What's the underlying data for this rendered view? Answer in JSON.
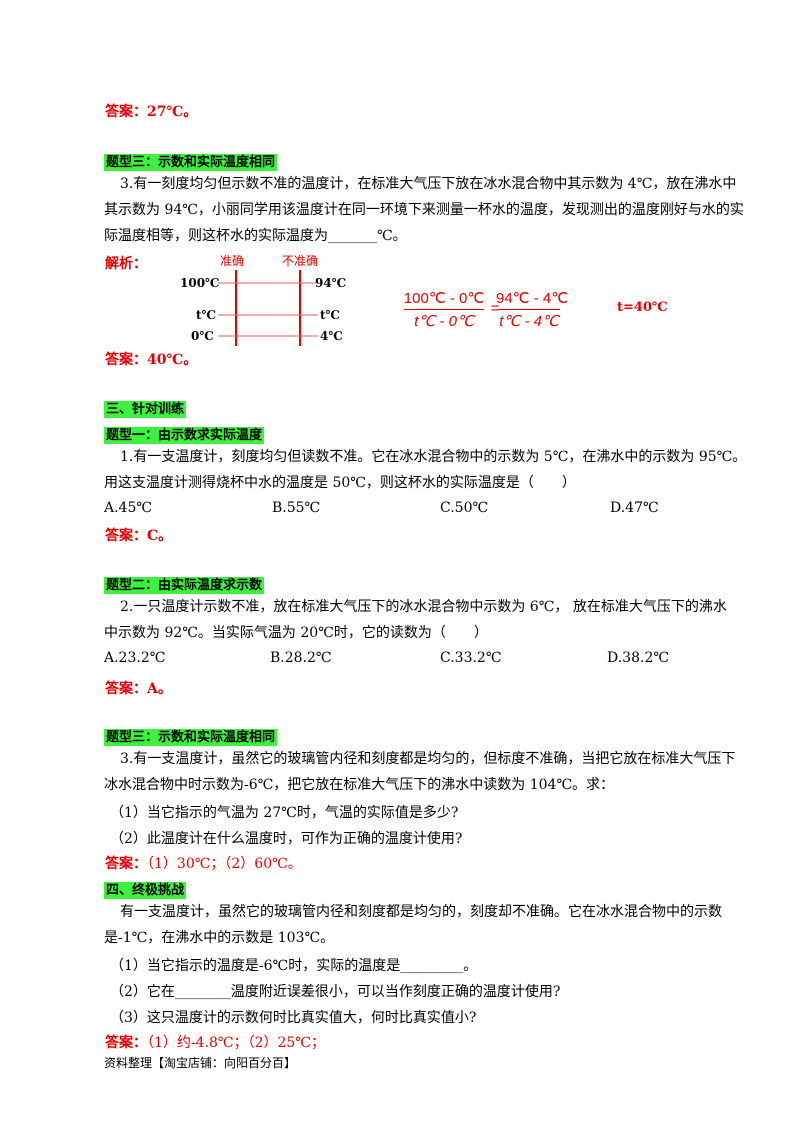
{
  "answer1": {
    "label": "答案：",
    "value": "27℃。"
  },
  "type3a": {
    "heading": "题型三：示数和实际温度相同",
    "line1": "3.有一刻度均匀但示数不准的温度计，在标准大气压下放在冰水混合物中其示数为 4℃，放在沸水中",
    "line2": "其示数为 94℃，小丽同学用该温度计在同一环境下来测量一杯水的温度，发现测出的温度刚好与水的实",
    "line3": "际温度相等，则这杯水的实际温度为_______℃。"
  },
  "analysis": {
    "label": "解析：",
    "col_accurate": "准确",
    "col_inaccurate": "不准确",
    "left": [
      "100℃",
      "t℃",
      "0℃"
    ],
    "right": [
      "94℃",
      "t℃",
      "4℃"
    ],
    "frac_left_num": "100℃ - 0℃",
    "frac_left_den": "t℃ - 0℃",
    "equals": "=",
    "frac_right_num": "94℃ - 4℃",
    "frac_right_den": "t℃ - 4℃",
    "result": "t=40℃"
  },
  "answer2": {
    "label": "答案：",
    "value": "40℃。"
  },
  "section3": {
    "heading": "三、针对训练"
  },
  "type1": {
    "heading": "题型一：由示数求实际温度",
    "line1": "1.有一支温度计，刻度均匀但读数不准。它在冰水混合物中的示数为 5℃，在沸水中的示数为 95℃。",
    "line2": "用这支温度计测得烧杯中水的温度是 50℃，则这杯水的实际温度是（　　）",
    "options": [
      "A.45℃",
      "B.55℃",
      "C.50℃",
      "D.47℃"
    ],
    "answer_label": "答案：",
    "answer": "C。"
  },
  "type2": {
    "heading": "题型二：由实际温度求示数",
    "line1": "2.一只温度计示数不准，放在标准大气压下的冰水混合物中示数为 6℃，  放在标准大气压下的沸水",
    "line2": "中示数为 92℃。当实际气温为 20℃时，它的读数为（　　）",
    "options": [
      "A.23.2℃",
      "B.28.2℃",
      "C.33.2℃",
      "D.38.2℃"
    ],
    "answer_label": "答案：",
    "answer": "A。"
  },
  "type3b": {
    "heading": "题型三：示数和实际温度相同",
    "line1": "3.有一支温度计，虽然它的玻璃管内径和刻度都是均匀的，但标度不准确，当把它放在标准大气压下",
    "line2": "冰水混合物中时示数为-6℃，把它放在标准大气压下的沸水中读数为 104℃。求：",
    "q1": "（1）当它指示的气温为 27℃时，气温的实际值是多少?",
    "q2": "（2）此温度计在什么温度时，可作为正确的温度计使用?",
    "answer_label": "答案：",
    "answer": "（1）30℃；（2）60℃。"
  },
  "section4": {
    "heading": "四、终极挑战",
    "line1": "有一支温度计，虽然它的玻璃管内径和刻度都是均匀的，刻度却不准确。它在冰水混合物中的示数",
    "line2": "是-1℃，在沸水中的示数是 103℃。",
    "q1": "（1）当它指示的温度是-6℃时，实际的温度是_________。",
    "q2": "（2）它在________温度附近误差很小，可以当作刻度正确的温度计使用?",
    "q3": "（3）这只温度计的示数何时比真实值大，何时比真实值小?",
    "answer_label": "答案：",
    "answer": "（1）约-4.8℃；（2）25℃；"
  },
  "footer": "资料整理【淘宝店铺：向阳百分百】"
}
